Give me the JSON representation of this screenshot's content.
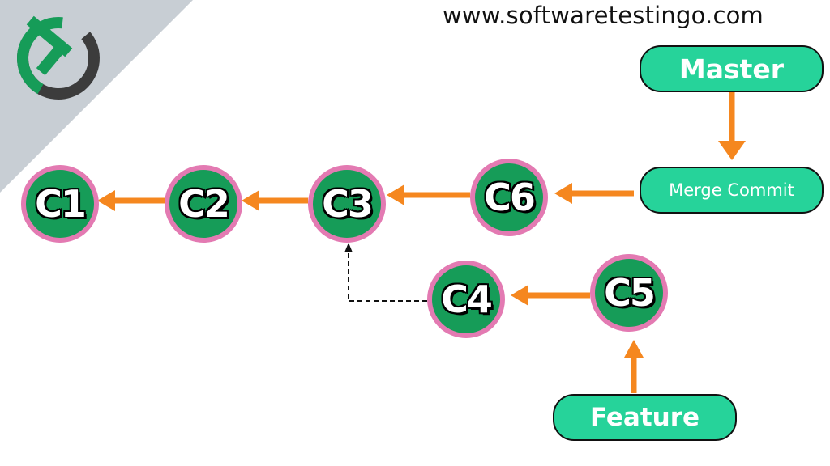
{
  "header": {
    "website": "www.softwaretestingo.com"
  },
  "nodes": [
    {
      "id": "c1",
      "label": "C1"
    },
    {
      "id": "c2",
      "label": "C2"
    },
    {
      "id": "c3",
      "label": "C3"
    },
    {
      "id": "c6",
      "label": "C6"
    },
    {
      "id": "c4",
      "label": "C4"
    },
    {
      "id": "c5",
      "label": "C5"
    }
  ],
  "branches": {
    "master": "Master",
    "merge_commit": "Merge Commit",
    "feature": "Feature"
  },
  "colors": {
    "commit_fill": "#169c58",
    "commit_ring": "#e37ab2",
    "pill_fill": "#26d39a",
    "arrow": "#f5871f",
    "corner": "#c8ced4"
  }
}
